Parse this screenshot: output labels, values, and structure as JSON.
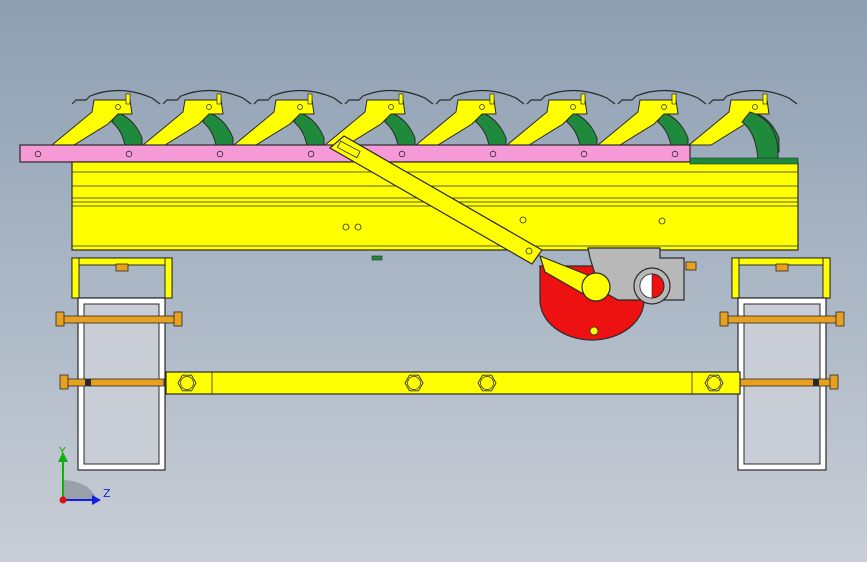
{
  "view": {
    "background_top": "#8e9fb2",
    "background_bottom": "#c9ced6"
  },
  "colors": {
    "frame_yellow": "#ffff00",
    "frame_dark_yellow": "#e6e600",
    "outline": "#2a2a2a",
    "conveyor_pink": "#f59ad6",
    "cam_green": "#1f8a3c",
    "roller_red": "#ee1111",
    "housing_gray": "#b8b8b8",
    "bracket_white": "#ffffff",
    "bolt_orange": "#e8a020",
    "axis_x": "#e01010",
    "axis_y": "#10b010",
    "axis_z": "#1020e0"
  },
  "triad": {
    "y_label": "Y",
    "z_label": "Z"
  },
  "model": {
    "finger_count": 8,
    "parts": [
      "finger-arm",
      "green-cam",
      "pink-rail",
      "yellow-beam",
      "lever-arm",
      "red-roller",
      "gray-housing",
      "white-bracket",
      "tie-bar",
      "bolt"
    ]
  }
}
